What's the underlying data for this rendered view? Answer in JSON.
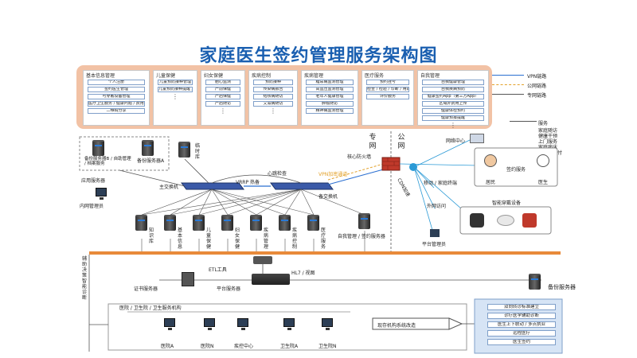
{
  "title": "家庭医生签约管理服务架构图",
  "groups": [
    {
      "title": "基本信息管理",
      "items": [
        "个人注册",
        "签约医生管理",
        "可穿戴设备管理",
        "医疗卫生服务 / 健康问题 / 费用信息概览",
        "二维码分享"
      ],
      "dots": ""
    },
    {
      "title": "儿童保健",
      "items": [
        "儿童预防接种管理",
        "儿童预防接种提醒 / 手册"
      ],
      "dots": "⋮"
    },
    {
      "title": "妇女保健",
      "items": [
        "胎心监测",
        "产前保健",
        "产后保健",
        "产后随访"
      ],
      "dots": "⋮"
    },
    {
      "title": "疾病控制",
      "items": [
        "预防接种",
        "传染病报告",
        "结核病随访",
        "艾滋病随访"
      ],
      "dots": "⋮"
    },
    {
      "title": "疾病管理",
      "items": [
        "糖尿病监测管理",
        "高血压监测管理",
        "老年人健康管理",
        "肿瘤随访",
        "精神病监测管理"
      ],
      "dots": ""
    },
    {
      "title": "医疗服务",
      "items": [
        "预约挂号",
        "检查 / 检验 / 诊断 / 用药 / 手术 / 费用",
        "评价服务"
      ],
      "dots": ""
    },
    {
      "title": "自我管理",
      "items": [
        "自我健康管理",
        "自我疾病预防",
        "健康签约App（第三方App）",
        "区域外费用上传",
        "健康体检预约",
        "健康预报提醒"
      ],
      "dots": "⋮"
    }
  ],
  "legend": [
    {
      "label": "VPN链路",
      "color": "#2b6fd1"
    },
    {
      "label": "公网链路",
      "color": "#e3a12a"
    },
    {
      "label": "专网链路",
      "color": "#555555"
    }
  ],
  "services": {
    "title": "服务",
    "items": [
      "家庭随访",
      "健康干预",
      "上门服务",
      "家庭病床",
      "第三方支付"
    ]
  },
  "labels": {
    "backup_server_b": "备份服务器B / 自助管理 / 档案服务",
    "backup_server_a": "备份服务器A",
    "app_server": "应用服务器",
    "frontend": "临时库",
    "main_switch": "主交换机",
    "vrrp": "VRRP 热备",
    "heartbeat": "心跳检查",
    "standby_switch": "备交换机",
    "core_firewall": "核心防火墙",
    "vpn_channel": "VPN加密通道",
    "private_net": "专网",
    "public_net": "公网",
    "internet_bar": "网络中心",
    "intranet_admin": "内网管理员",
    "cdn": "CDN加速",
    "mobile_terminal": "移动 / 家庭终端",
    "external_net": "外网访问",
    "platform_admin": "平台管理员",
    "doctor": "医生",
    "resident": "居民",
    "sign_service": "签约服务",
    "wearable": "智能穿戴设备",
    "db_servers": [
      "知识库",
      "基本信息",
      "儿童保健",
      "妇女保健",
      "疾病管理",
      "疾病控制",
      "医疗服务"
    ],
    "self_mgmt_server": "自我管理 / 签约服务器",
    "etl": "ETL工具",
    "hl7": "HL7 / 视图",
    "cert_server": "证书服务器",
    "platform_server": "平台服务器",
    "backup_server": "备份服务器",
    "side_text": "辅助决策 智能诊断",
    "institutions_title": "医院 / 卫生院 / 卫生服务机构",
    "institutions": [
      "医院A",
      "医院N",
      "疾控中心",
      "卫生院A",
      "卫生院N"
    ],
    "exchange": "现存机构系统改造"
  },
  "right_boxes": [
    "双向转诊标准建立",
    "诊疗医学辅助诊断",
    "医生上下联动 / 多点执业",
    "远程医疗",
    "医生签约"
  ]
}
